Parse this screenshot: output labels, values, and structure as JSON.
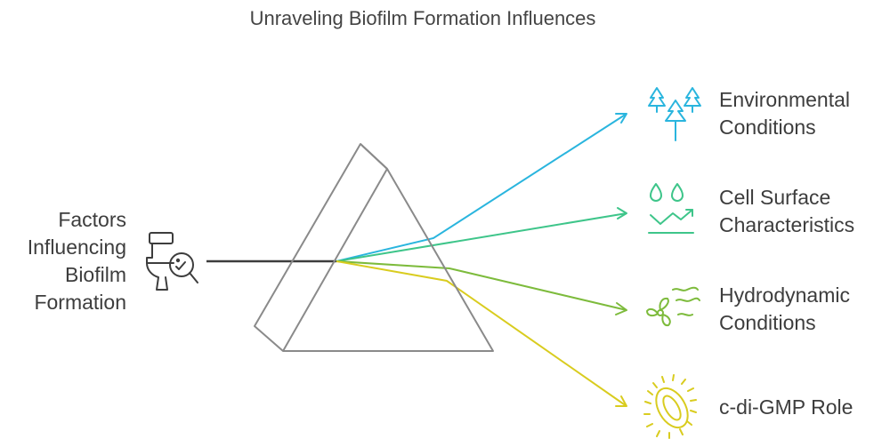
{
  "title": "Unraveling Biofilm Formation Influences",
  "source": {
    "lines": [
      "Factors",
      "Influencing",
      "Biofilm",
      "Formation"
    ],
    "icon": "toilet-magnifier-icon"
  },
  "outputs": [
    {
      "lines": [
        "Environmental",
        "Conditions"
      ],
      "icon": "pine-trees-icon",
      "color": "#2ab5de"
    },
    {
      "lines": [
        "Cell Surface",
        "Characteristics"
      ],
      "icon": "droplets-trend-icon",
      "color": "#3ec58a"
    },
    {
      "lines": [
        "Hydrodynamic",
        "Conditions"
      ],
      "icon": "fan-wind-icon",
      "color": "#7dbb3c"
    },
    {
      "lines": [
        "c-di-GMP Role"
      ],
      "icon": "bacterium-icon",
      "color": "#d9cc1f"
    }
  ],
  "colors": {
    "text": "#3d3d3d",
    "prism": "#8a8a8a",
    "beam": "#3d3d3d"
  }
}
